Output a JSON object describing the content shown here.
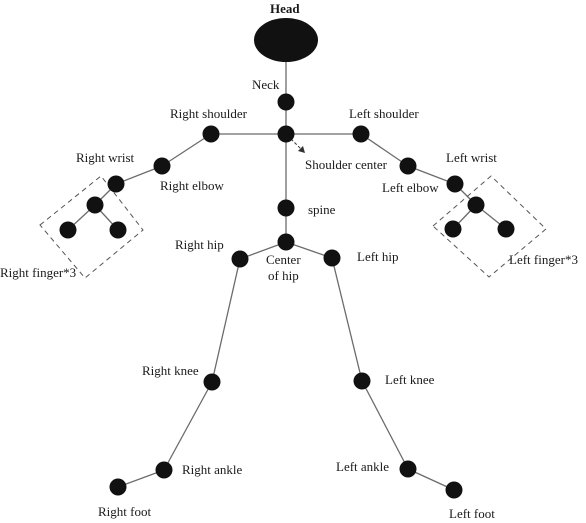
{
  "labels": {
    "head": "Head",
    "neck": "Neck",
    "right_shoulder": "Right shoulder",
    "left_shoulder": "Left shoulder",
    "shoulder_center": "Shoulder center",
    "right_wrist": "Right wrist",
    "left_wrist": "Left wrist",
    "right_elbow": "Right elbow",
    "left_elbow": "Left elbow",
    "spine": "spine",
    "right_hip": "Right hip",
    "left_hip": "Left hip",
    "center_of_hip_line1": "Center",
    "center_of_hip_line2": "of hip",
    "right_finger": "Right finger*3",
    "left_finger": "Left finger*3",
    "right_knee": "Right knee",
    "left_knee": "Left knee",
    "right_ankle": "Right ankle",
    "left_ankle": "Left ankle",
    "right_foot": "Right foot",
    "left_foot": "Left foot"
  },
  "colors": {
    "joint": "#111111",
    "bone": "#6b6b6b",
    "text": "#1a1a1a",
    "background": "#ffffff"
  }
}
